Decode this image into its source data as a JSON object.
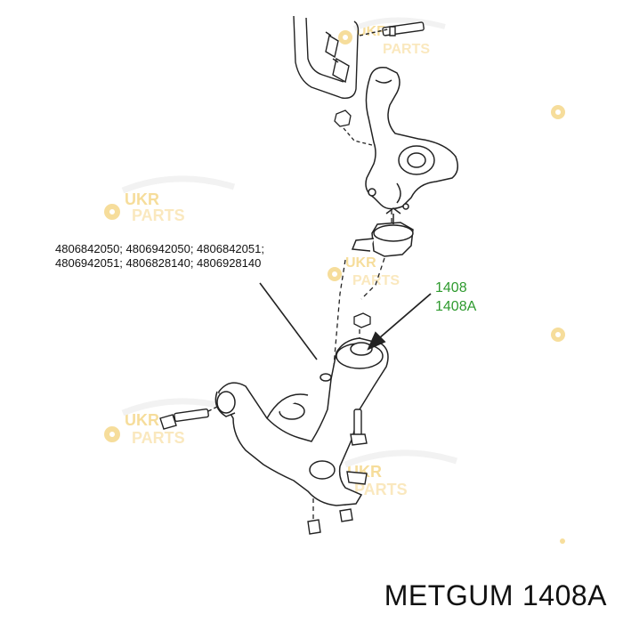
{
  "diagram": {
    "part_numbers": [
      "4806842050; 4806942050; 4806842051;",
      "4806942051; 4806828140; 4806928140"
    ],
    "callout": [
      "1408",
      "1408A"
    ]
  },
  "footer": {
    "brand": "METGUM",
    "part": "1408A"
  },
  "watermark": {
    "line1": "UKR",
    "line2": "PARTS",
    "color": "#f0c24a"
  },
  "colors": {
    "line": "#222222",
    "callout": "#2e9a2e"
  }
}
